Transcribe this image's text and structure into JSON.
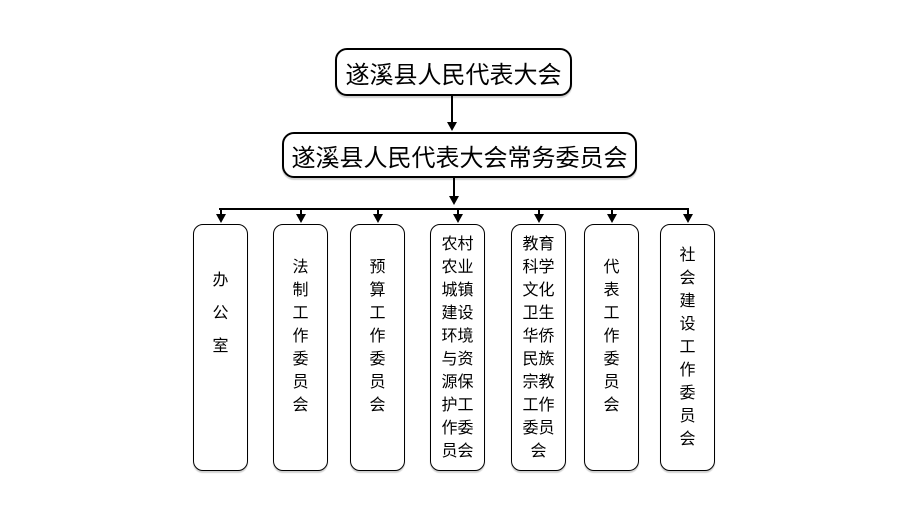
{
  "page": {
    "background_color": "#ffffff",
    "text_color": "#000000",
    "line_color": "#000000"
  },
  "org_chart": {
    "root": {
      "label": "遂溪县人民代表大会"
    },
    "standing_committee": {
      "label": "遂溪县人民代表大会常务委员会"
    },
    "committees": [
      {
        "name": "办公室",
        "display": "办\n公\n室"
      },
      {
        "name": "法制工作委员会",
        "display": "法\n制\n工\n作\n委\n员\n会"
      },
      {
        "name": "预算工作委员会",
        "display": "预\n算\n工\n作\n委\n员\n会"
      },
      {
        "name": "农村农业城镇建设环境与资源保护工作委员会",
        "display": "农村\n农业\n城镇\n建设\n环境\n与资\n源保\n护工\n作委\n员会"
      },
      {
        "name": "教育科学文化卫生华侨民族宗教工作委员会",
        "display": "教育\n科学\n文化\n卫生\n华侨\n民族\n宗教\n工作\n委员\n会"
      },
      {
        "name": "代表工作委员会",
        "display": "代\n表\n工\n作\n委\n员\n会"
      },
      {
        "name": "社会建设工作委员会",
        "display": "社\n会\n建\n设\n工\n作\n委\n员\n会"
      }
    ]
  }
}
